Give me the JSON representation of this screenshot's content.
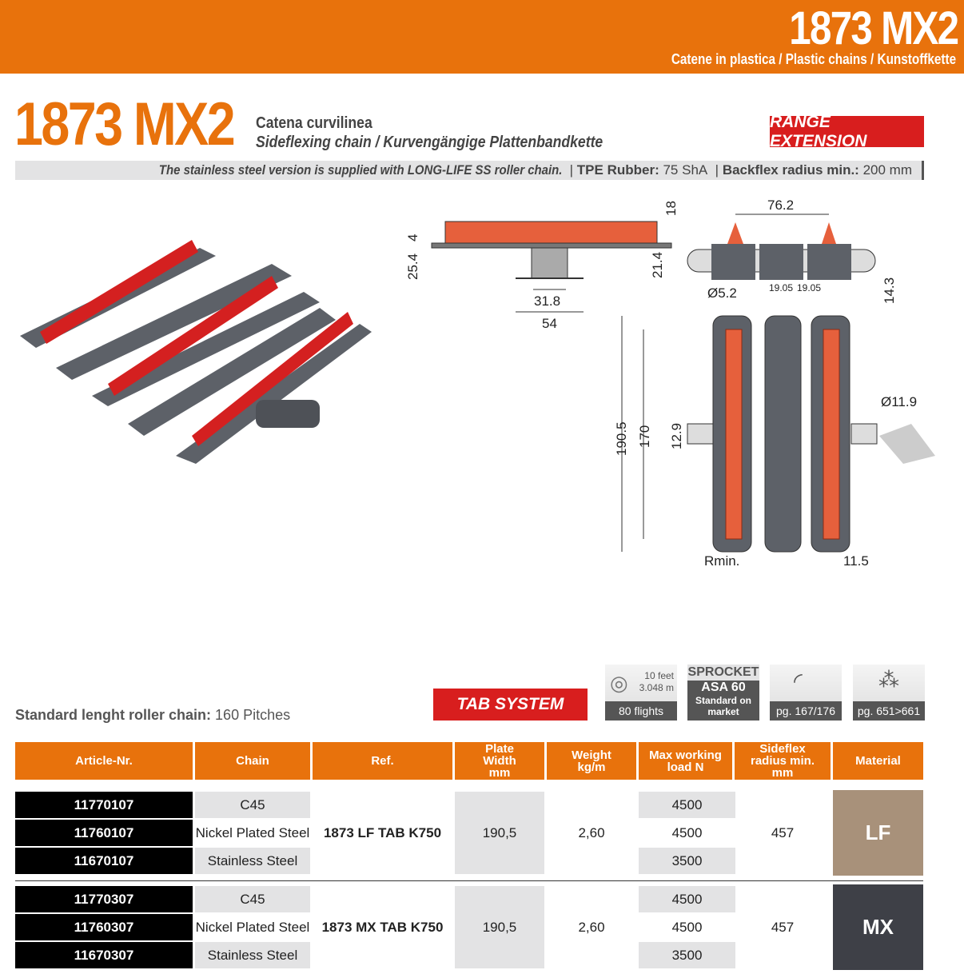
{
  "header": {
    "title": "1873 MX2",
    "subtitle": "Catene in plastica / Plastic chains / Kunstoffkette"
  },
  "product": {
    "title": "1873 MX2",
    "subtitle_it": "Catena curvilinea",
    "subtitle_en_de": "Sideflexing chain / Kurvengängige Plattenbandkette",
    "badge": "RANGE EXTENSION",
    "info_note": "The stainless steel version is supplied with LONG-LIFE SS roller chain.",
    "tpe_label": "TPE Rubber:",
    "tpe_value": "75 ShA",
    "backflex_label": "Backflex radius min.:",
    "backflex_value": "200 mm"
  },
  "drawing": {
    "d18": "18",
    "d4": "4",
    "d25_4": "25.4",
    "d21_4": "21.4",
    "d31_8": "31.8",
    "d54": "54",
    "d76_2": "76.2",
    "d5_2": "Ø5.2",
    "d19a": "19.05",
    "d19b": "19.05",
    "d14_3": "14.3",
    "d11_9": "Ø11.9",
    "d190_5": "190.5",
    "d170": "170",
    "d12_9": "12.9",
    "rmin": "Rmin.",
    "d11_5": "11.5"
  },
  "standard_length": {
    "label": "Standard lenght roller chain:",
    "value": "160 Pitches"
  },
  "tab_system": "TAB SYSTEM",
  "icons": [
    {
      "name": "roll-icon",
      "top1": "10 feet",
      "top2": "3.048 m",
      "label": "80 flights"
    },
    {
      "name": "sprocket",
      "top": "SPROCKET",
      "label1": "ASA 60",
      "label2": "Standard on market"
    },
    {
      "name": "curve-icon",
      "label": "pg. 167/176"
    },
    {
      "name": "molecule-icon",
      "label": "pg. 651>661"
    }
  ],
  "table": {
    "headers": [
      "Article-Nr.",
      "Chain",
      "Ref.",
      "Plate Width mm",
      "Weight kg/m",
      "Max working load  N",
      "Sideflex radius min. mm",
      "Material"
    ],
    "groups": [
      {
        "ref": "1873 LF TAB K750",
        "plate_width": "190,5",
        "weight": "2,60",
        "sideflex": "457",
        "material": "LF",
        "material_color": "#A8917A",
        "rows": [
          {
            "article": "11770107",
            "chain": "C45",
            "load": "4500"
          },
          {
            "article": "11760107",
            "chain": "Nickel Plated Steel",
            "load": "4500"
          },
          {
            "article": "11670107",
            "chain": "Stainless Steel",
            "load": "3500"
          }
        ]
      },
      {
        "ref": "1873 MX TAB K750",
        "plate_width": "190,5",
        "weight": "2,60",
        "sideflex": "457",
        "material": "MX",
        "material_color": "#3E4047",
        "rows": [
          {
            "article": "11770307",
            "chain": "C45",
            "load": "4500"
          },
          {
            "article": "11760307",
            "chain": "Nickel Plated Steel",
            "load": "4500"
          },
          {
            "article": "11670307",
            "chain": "Stainless Steel",
            "load": "3500"
          }
        ]
      }
    ]
  }
}
